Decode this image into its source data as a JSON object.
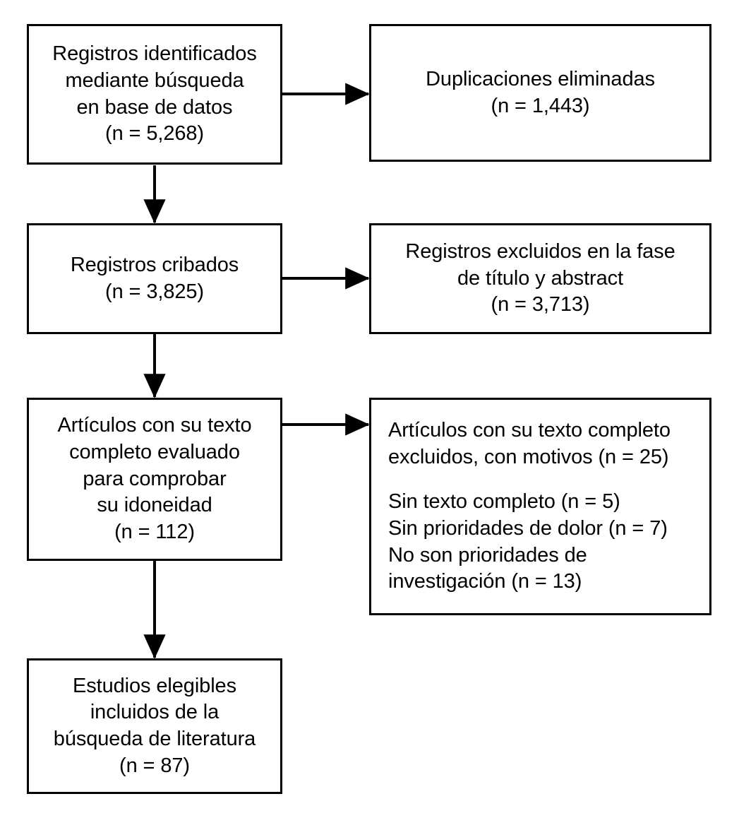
{
  "diagram": {
    "type": "prisma-flow-diagram",
    "language": "es",
    "colors": {
      "box_border": "#000000",
      "box_fill": "#ffffff",
      "arrow": "#000000",
      "text": "#000000",
      "background": "#ffffff"
    },
    "boxes": {
      "identified": {
        "name": "records-identified",
        "lines": [
          "Registros identificados",
          "mediante búsqueda",
          "en base de datos",
          "(n = 5,268)"
        ],
        "n": 5268
      },
      "duplicates_removed": {
        "name": "duplicates-removed",
        "lines": [
          "Duplicaciones eliminadas",
          "(n = 1,443)"
        ],
        "n": 1443
      },
      "screened": {
        "name": "records-screened",
        "lines": [
          "Registros cribados",
          "(n = 3,825)"
        ],
        "n": 3825
      },
      "excluded_title_abstract": {
        "name": "records-excluded-title-abstract",
        "lines": [
          "Registros excluidos en la fase",
          "de título y abstract",
          "(n = 3,713)"
        ],
        "n": 3713
      },
      "fulltext_assessed": {
        "name": "fulltext-assessed",
        "lines": [
          "Artículos con su texto",
          "completo evaluado",
          "para comprobar",
          "su idoneidad",
          "(n = 112)"
        ],
        "n": 112
      },
      "fulltext_excluded": {
        "name": "fulltext-excluded-with-reasons",
        "lines": [
          "Artículos con su texto completo",
          "excluidos, con motivos (n = 25)",
          "",
          "Sin texto completo (n = 5)",
          "Sin prioridades de dolor (n = 7)",
          "No son prioridades de",
          "investigación (n = 13)"
        ],
        "n": 25,
        "reasons": [
          {
            "label": "Sin texto completo",
            "n": 5
          },
          {
            "label": "Sin prioridades de dolor",
            "n": 7
          },
          {
            "label": "No son prioridades de investigación",
            "n": 13
          }
        ]
      },
      "included": {
        "name": "studies-included",
        "lines": [
          "Estudios elegibles",
          "incluidos de la",
          "búsqueda de literatura",
          "(n = 87)"
        ],
        "n": 87
      }
    },
    "arrows": [
      {
        "name": "arrow-identified-to-duplicates",
        "direction": "right"
      },
      {
        "name": "arrow-identified-to-screened",
        "direction": "down"
      },
      {
        "name": "arrow-screened-to-excluded",
        "direction": "right"
      },
      {
        "name": "arrow-screened-to-fulltext",
        "direction": "down"
      },
      {
        "name": "arrow-fulltext-to-excluded",
        "direction": "right"
      },
      {
        "name": "arrow-fulltext-to-included",
        "direction": "down"
      }
    ]
  }
}
